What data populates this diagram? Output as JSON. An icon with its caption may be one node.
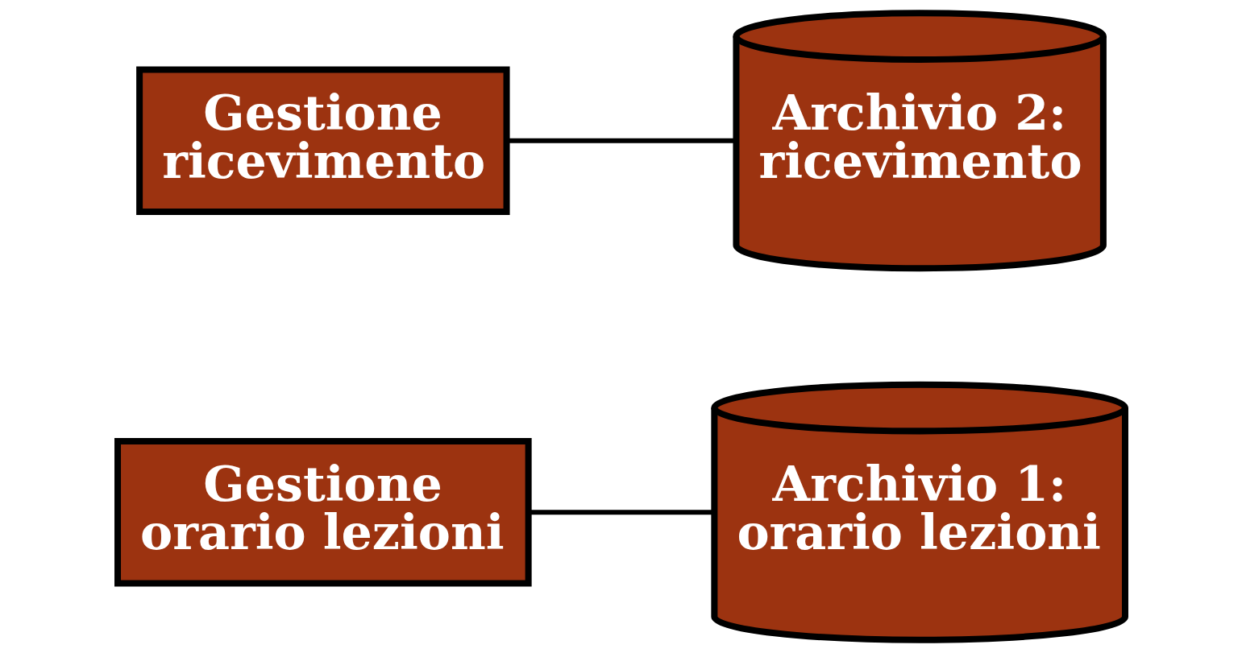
{
  "diagram": {
    "nodes": [
      {
        "text": [
          "Gestione orario lezioni"
        ]
      },
      {
        "text": [
          "Archivio 1: orario lezioni"
        ]
      },
      {
        "text": [
          "Gestione ricevimento"
        ]
      },
      {
        "text": [
          "Archivio 2: ricevimento"
        ]
      }
    ],
    "edges": [
      {
        "from": 0,
        "to": 1,
        "arrow": "none"
      },
      {
        "from": 2,
        "to": 3,
        "arrow": "none"
      }
    ]
  }
}
